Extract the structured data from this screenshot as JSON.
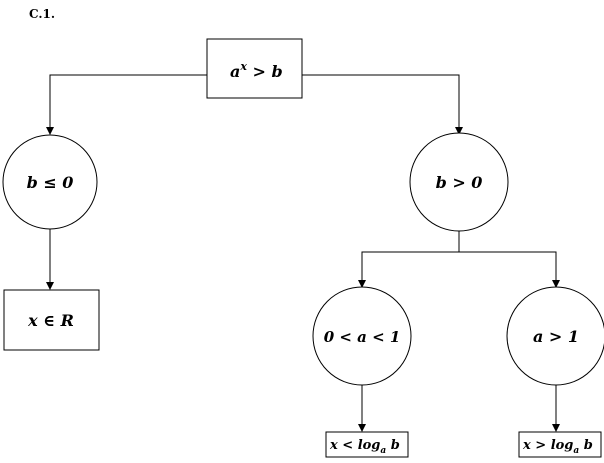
{
  "label": "C.1.",
  "colors": {
    "stroke": "#000000",
    "fill": "#ffffff",
    "text": "#000000"
  },
  "nodes": {
    "root": {
      "base": "a",
      "exp": "x",
      "rest": " > b"
    },
    "left_cond": {
      "text": "b ≤ 0"
    },
    "right_cond": {
      "text": "b > 0"
    },
    "left_result": {
      "text": "x ∈ R"
    },
    "mid_cond": {
      "text": "0 < a < 1"
    },
    "far_cond": {
      "text": "a > 1"
    },
    "mid_result": {
      "lhs": "x < log",
      "sub": "a",
      "rhs": " b"
    },
    "far_result": {
      "lhs": "x > log",
      "sub": "a",
      "rhs": " b"
    }
  }
}
